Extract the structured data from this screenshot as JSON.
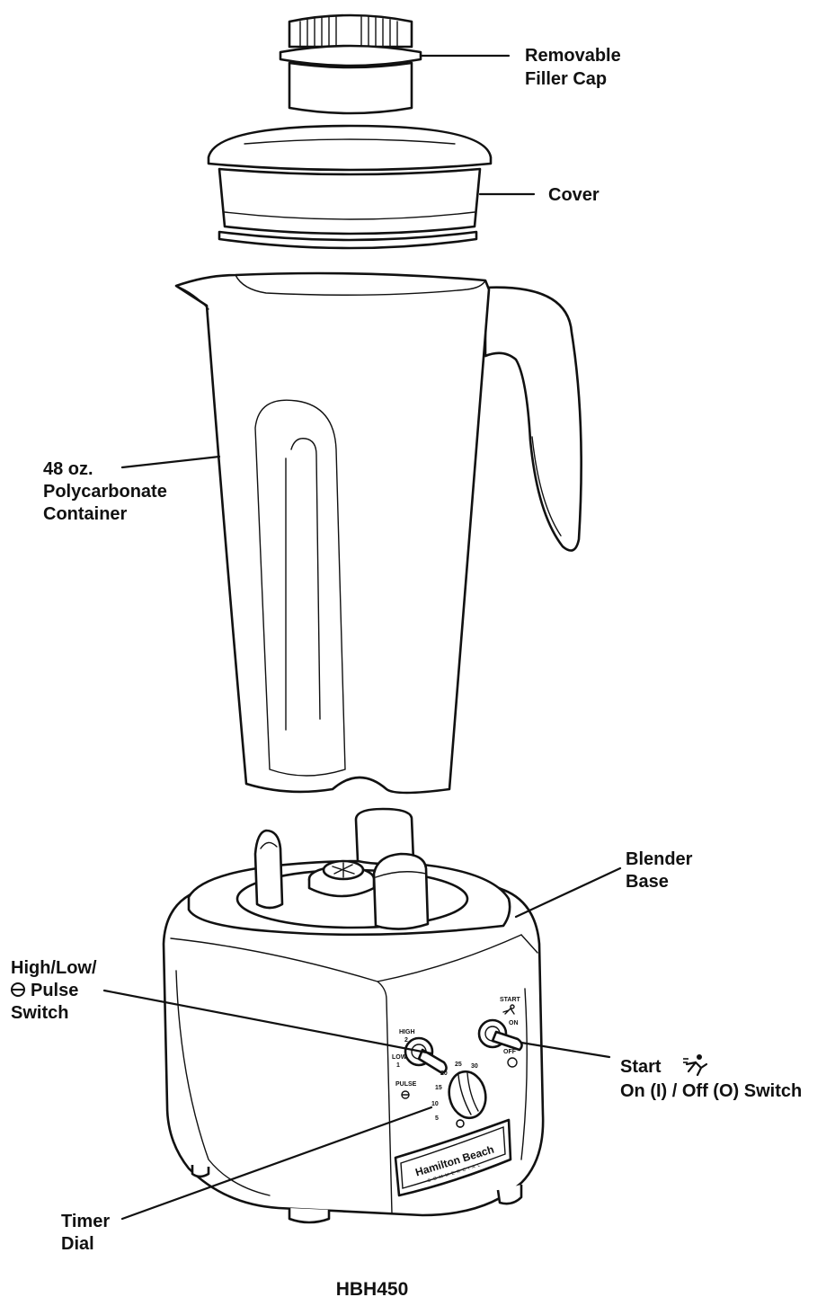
{
  "labels": {
    "filler_cap": [
      "Removable",
      "Filler Cap"
    ],
    "cover": "Cover",
    "container": [
      "48 oz.",
      "Polycarbonate",
      "Container"
    ],
    "blender_base": [
      "Blender",
      "Base"
    ],
    "pulse_switch": [
      "High/Low/",
      "Pulse",
      "Switch"
    ],
    "start_switch": [
      "Start",
      "On (I) / Off (O) Switch"
    ],
    "timer_dial": [
      "Timer",
      "Dial"
    ]
  },
  "panel": {
    "high": "HIGH",
    "two": "2",
    "low": "LOW",
    "one": "1",
    "pulse": "PULSE",
    "start": "START",
    "on": "ON",
    "off": "OFF",
    "timer_marks": [
      "5",
      "10",
      "15",
      "20",
      "25",
      "30"
    ]
  },
  "brand": {
    "name": "Hamilton Beach",
    "sub": "COMMERCIAL"
  },
  "model": "HBH450"
}
